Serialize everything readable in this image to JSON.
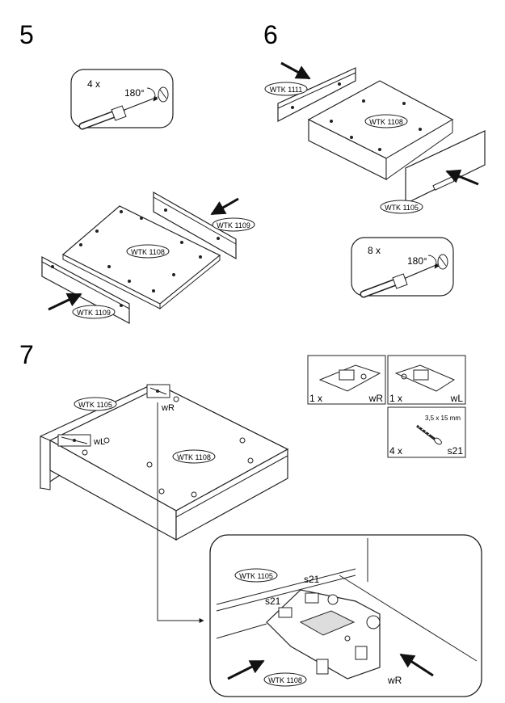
{
  "steps": {
    "s5": "5",
    "s6": "6",
    "s7": "7"
  },
  "step5": {
    "qty": "4 x",
    "angle": "180°",
    "part_base": "WTK 1108",
    "part_side": "WTK 1109"
  },
  "step6": {
    "qty": "8 x",
    "angle": "180°",
    "part_back": "WTK 1111",
    "part_base": "WTK 1108",
    "part_front": "WTK 1105"
  },
  "step7": {
    "part_front": "WTK 1105",
    "part_base": "WTK 1108",
    "runner_right": "wR",
    "runner_left": "wL",
    "kit": [
      {
        "qty": "1 x",
        "code": "wR"
      },
      {
        "qty": "1 x",
        "code": "wL"
      },
      {
        "qty": "4 x",
        "code": "s21",
        "size": "3,5 x 15 mm"
      }
    ],
    "detail": {
      "part_front": "WTK 1105",
      "screw_a": "s21",
      "screw_b": "s21",
      "part_base": "WTK 1108",
      "runner": "wR"
    }
  }
}
